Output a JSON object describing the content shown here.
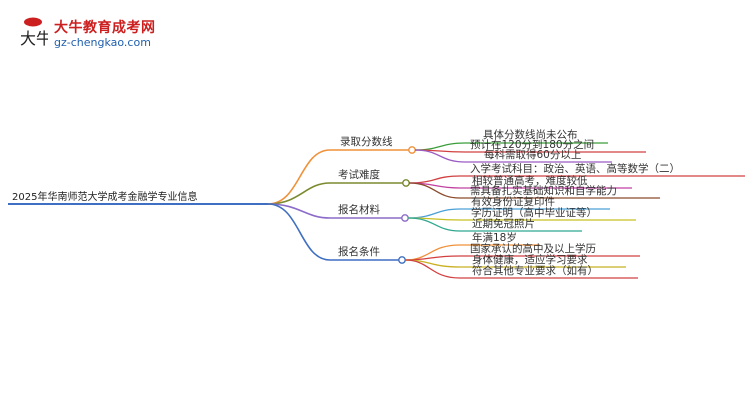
{
  "logo": {
    "name": "大牛教育成考网",
    "url": "gz-chengkao.com",
    "mark_text": "大牛"
  },
  "root": {
    "label": "2025年华南师范大学成考金融学专业信息"
  },
  "branches": [
    {
      "label": "录取分数线",
      "color": "#f0913a",
      "leaves": [
        {
          "label": "具体分数线尚未公布",
          "color": "#3a9e3a"
        },
        {
          "label": "预计在120分到180分之间",
          "color": "#d24040"
        },
        {
          "label": "每科需取得60分以上",
          "color": "#9a5cc4"
        }
      ]
    },
    {
      "label": "考试难度",
      "color": "#7a8a2e",
      "leaves": [
        {
          "label": "入学考试科目：政治、英语、高等数学（二）",
          "color": "#d24040"
        },
        {
          "label": "相较普通高考，难度较低",
          "color": "#c040a0"
        },
        {
          "label": "需具备扎实基础知识和自学能力",
          "color": "#8b4a2a"
        }
      ]
    },
    {
      "label": "报名材料",
      "color": "#8c6cc8",
      "leaves": [
        {
          "label": "有效身份证复印件",
          "color": "#4aa0d8"
        },
        {
          "label": "学历证明（高中毕业证等）",
          "color": "#c8c020"
        },
        {
          "label": "近期免冠照片",
          "color": "#2fa890"
        }
      ]
    },
    {
      "label": "报名条件",
      "color": "#3f6fc2",
      "leaves": [
        {
          "label": "年满18岁",
          "color": "#f0913a"
        },
        {
          "label": "国家承认的高中及以上学历",
          "color": "#d24040"
        },
        {
          "label": "身体健康，适应学习要求",
          "color": "#c8b020"
        },
        {
          "label": "符合其他专业要求（如有）",
          "color": "#d24040"
        }
      ]
    }
  ]
}
